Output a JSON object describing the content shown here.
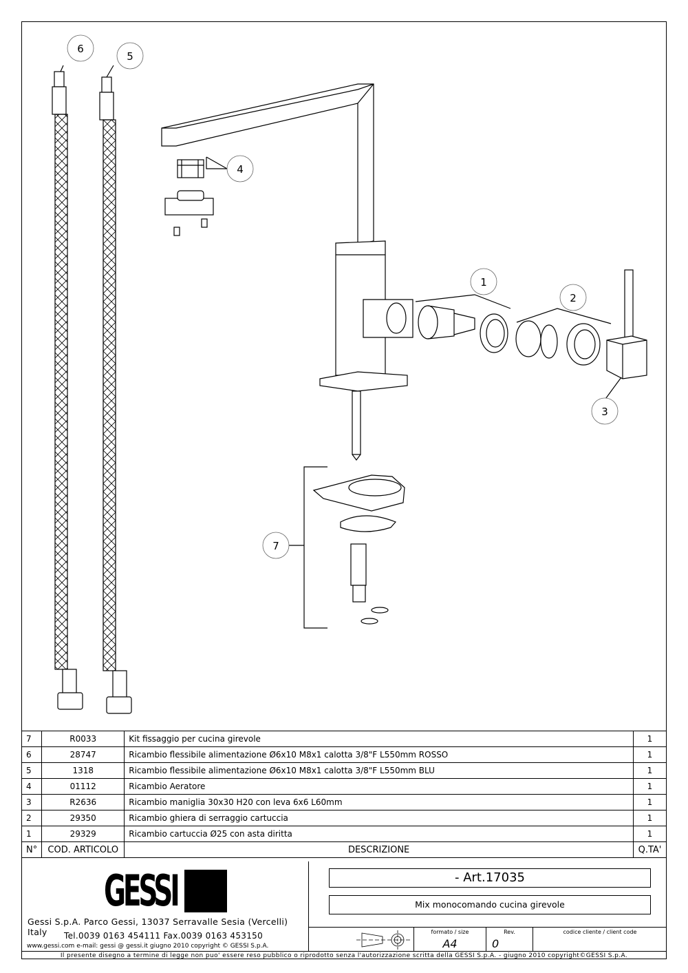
{
  "callouts": {
    "c1": "1",
    "c2": "2",
    "c3": "3",
    "c4": "4",
    "c5": "5",
    "c6": "6",
    "c7": "7"
  },
  "bom": {
    "rows": [
      {
        "n": "7",
        "code": "R0033",
        "desc": "Kit  fissaggio  per  cucina  girevole",
        "qty": "1"
      },
      {
        "n": "6",
        "code": "28747",
        "desc": "Ricambio  flessibile  alimentazione  Ø6x10  M8x1  calotta  3/8\"F  L550mm  ROSSO",
        "qty": "1"
      },
      {
        "n": "5",
        "code": "1318",
        "desc": "Ricambio  flessibile  alimentazione  Ø6x10  M8x1  calotta  3/8\"F  L550mm  BLU",
        "qty": "1"
      },
      {
        "n": "4",
        "code": "01112",
        "desc": "Ricambio  Aeratore",
        "qty": "1"
      },
      {
        "n": "3",
        "code": "R2636",
        "desc": "Ricambio  maniglia  30x30  H20  con  leva  6x6  L60mm",
        "qty": "1"
      },
      {
        "n": "2",
        "code": "29350",
        "desc": "Ricambio  ghiera  di  serraggio  cartuccia",
        "qty": "1"
      },
      {
        "n": "1",
        "code": "29329",
        "desc": "Ricambio  cartuccia  Ø25  con  asta  diritta",
        "qty": "1"
      }
    ],
    "header": {
      "n": "N°",
      "code": "COD.  ARTICOLO",
      "desc": "DESCRIZIONE",
      "qty": "Q.TA'"
    }
  },
  "titleblock": {
    "logo": "GESSI",
    "company": "Gessi  S.p.A.  Parco  Gessi,  13037  Serravalle  Sesia  (Vercelli)  Italy",
    "phone": "Tel.0039  0163  454111  Fax.0039  0163  453150",
    "contacts": "www.gessi.com  e-mail:  gessi @ gessi.it     giugno  2010     copyright © GESSI  S.p.A.",
    "article": "-     Art.17035",
    "name": "Mix monocomando cucina girevole",
    "format_label": "formato  /  size",
    "format_value": "A4",
    "rev_label": "Rev.",
    "rev_value": "0",
    "client_label": "codice  cliente  /  client  code",
    "client_value": ""
  },
  "footer": "Il  presente  disegno  a  termine  di  legge  non  puo'  essere  reso  pubblico  o  riprodotto  senza  l'autorizzazione  scritta  della  GESSI  S.p.A.  -  giugno  2010    copyright©GESSI  S.p.A."
}
